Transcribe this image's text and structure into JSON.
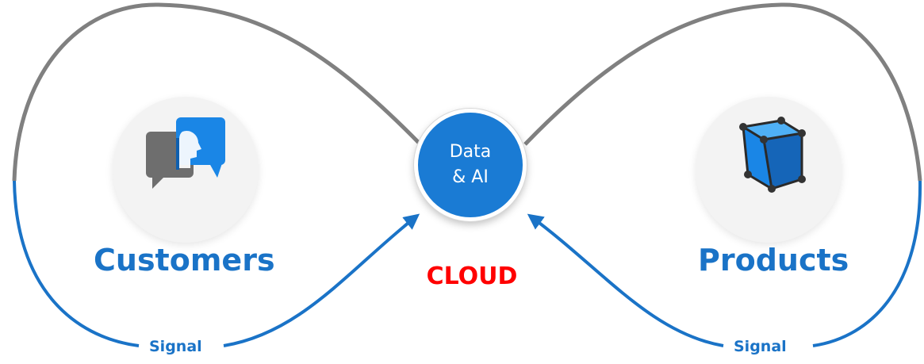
{
  "left_node": {
    "label": "Customers",
    "icon": "chat-bubbles-icon"
  },
  "right_node": {
    "label": "Products",
    "icon": "cube-icon"
  },
  "hub": {
    "line1": "Data",
    "line2": "& AI"
  },
  "cloud_label": "CLOUD",
  "signal_left": "Signal",
  "signal_right": "Signal",
  "colors": {
    "loop_gray": "#808080",
    "loop_blue": "#1a73c7",
    "hub_fill": "#1a7bd4",
    "accent_red": "#ff0000",
    "text_blue": "#1a73c7"
  }
}
